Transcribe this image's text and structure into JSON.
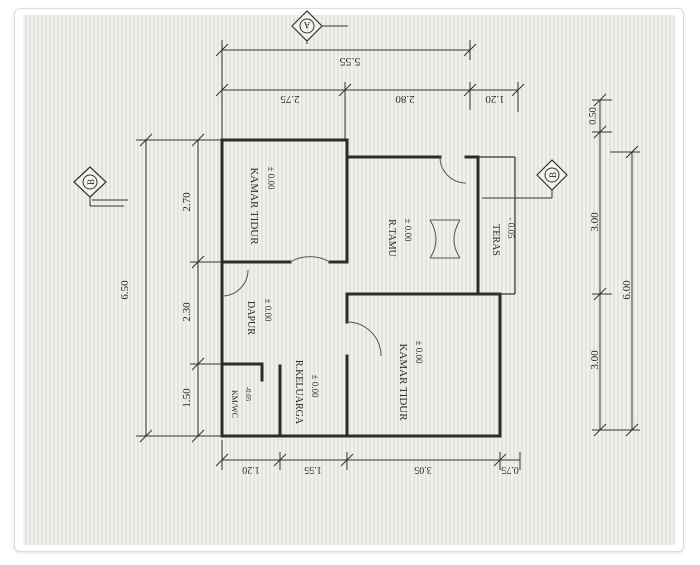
{
  "markers": {
    "a": "A",
    "b": "B"
  },
  "dimensions": {
    "top_total": "5.55",
    "top_1": "2.75",
    "top_2": "2.80",
    "top_3": "1.20",
    "left_total": "6.50",
    "left_1": "2.70",
    "left_2": "2.30",
    "left_3": "1.50",
    "right_total": "6.00",
    "right_1": "0.50",
    "right_2": "3.00",
    "right_3": "3.00",
    "bottom_1": "1.20",
    "bottom_2": "1.55",
    "bottom_3": "3.05",
    "bottom_4": "0.75"
  },
  "rooms": {
    "kamar_tidur_1": {
      "name": "KAMAR TIDUR",
      "level": "± 0.00"
    },
    "r_tamu": {
      "name": "R.TAMU",
      "level": "± 0.00"
    },
    "teras": {
      "name": "TERAS",
      "level": "- 0.05"
    },
    "dapur": {
      "name": "DAPUR",
      "level": "± 0.00"
    },
    "km_wc": {
      "name": "KM/WC",
      "level": "-0.05"
    },
    "r_keluarga": {
      "name": "R.KELUARGA",
      "level": "± 0.00"
    },
    "kamar_tidur_2": {
      "name": "KAMAR TIDUR",
      "level": "± 0.00"
    }
  }
}
